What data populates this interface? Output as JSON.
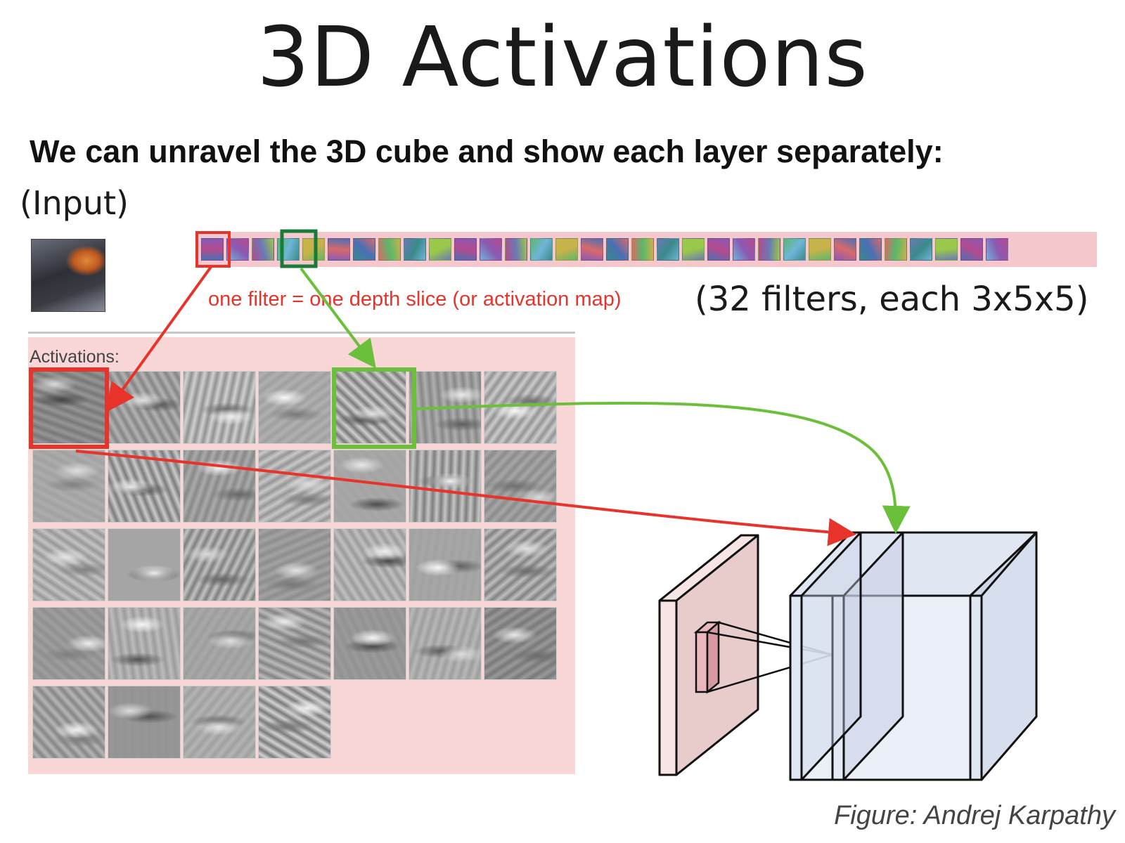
{
  "title": "3D Activations",
  "subtitle": "We can unravel the 3D cube and show each layer separately:",
  "input_label": "(Input)",
  "filter_caption": "one filter = one depth slice (or activation map)",
  "filters_note": "(32 filters, each 3x5x5)",
  "activations_label": "Activations:",
  "credit": "Figure: Andrej Karpathy",
  "colors": {
    "red_highlight": "#e8332a",
    "green_highlight": "#6cbf3a",
    "dark_green_box": "#1a7a3a",
    "panel_pink": "#f9d7d7",
    "strip_pink": "#f4c8cc"
  },
  "filter_count": 32,
  "activation_rows": [
    7,
    7,
    7,
    7,
    4
  ]
}
